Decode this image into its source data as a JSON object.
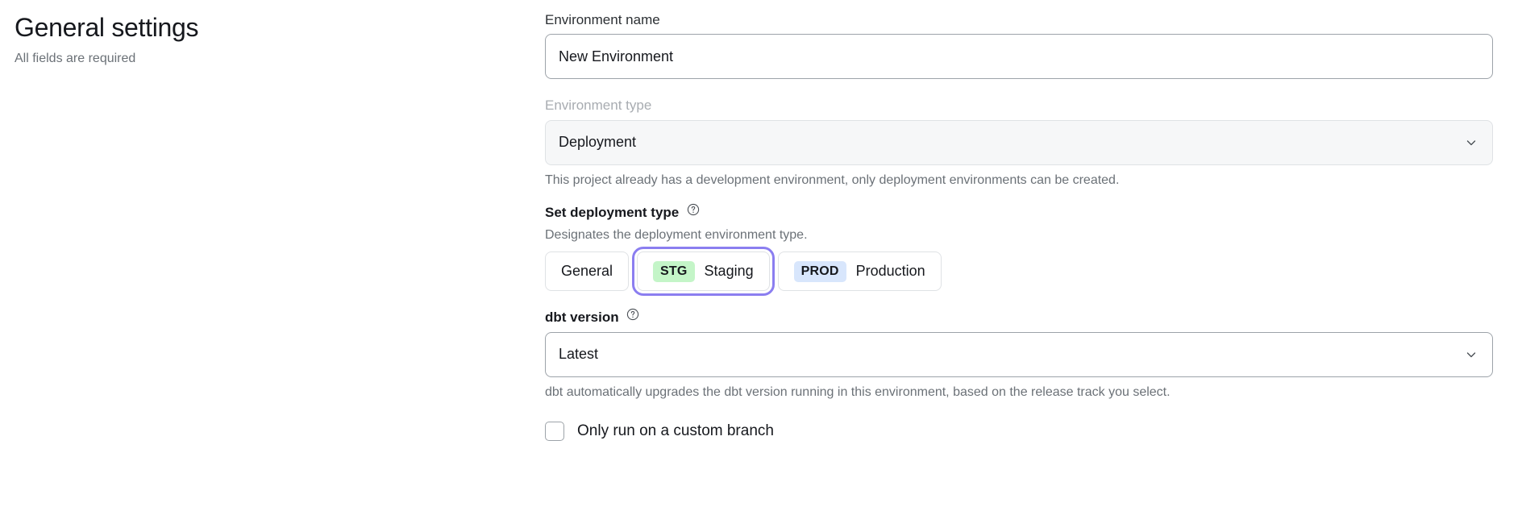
{
  "page": {
    "title": "General settings",
    "subtitle": "All fields are required"
  },
  "form": {
    "environment_name": {
      "label": "Environment name",
      "value": "New Environment",
      "placeholder": "Environment name"
    },
    "environment_type": {
      "label": "Environment type",
      "value": "Deployment",
      "disabled": true,
      "hint": "This project already has a development environment, only deployment environments can be created.",
      "chevron_icon": "chevron-down-icon"
    },
    "deployment_type": {
      "label": "Set deployment type",
      "help_icon": "question-circle-icon",
      "description": "Designates the deployment environment type.",
      "options": [
        {
          "badge": "",
          "label": "General",
          "selected": false
        },
        {
          "badge": "STG",
          "label": "Staging",
          "selected": true
        },
        {
          "badge": "PROD",
          "label": "Production",
          "selected": false
        }
      ]
    },
    "dbt_version": {
      "label": "dbt version",
      "help_icon": "question-circle-icon",
      "value": "Latest",
      "hint": "dbt automatically upgrades the dbt version running in this environment, based on the release track you select.",
      "chevron_icon": "chevron-down-icon"
    },
    "custom_branch": {
      "label": "Only run on a custom branch",
      "checked": false
    }
  },
  "colors": {
    "focus_ring": "#8b7ef0",
    "badge_stg_bg": "#c4f5c8",
    "badge_prod_bg": "#d8e6fc",
    "muted_text": "#6b7177",
    "disabled_bg": "#f6f7f8"
  }
}
